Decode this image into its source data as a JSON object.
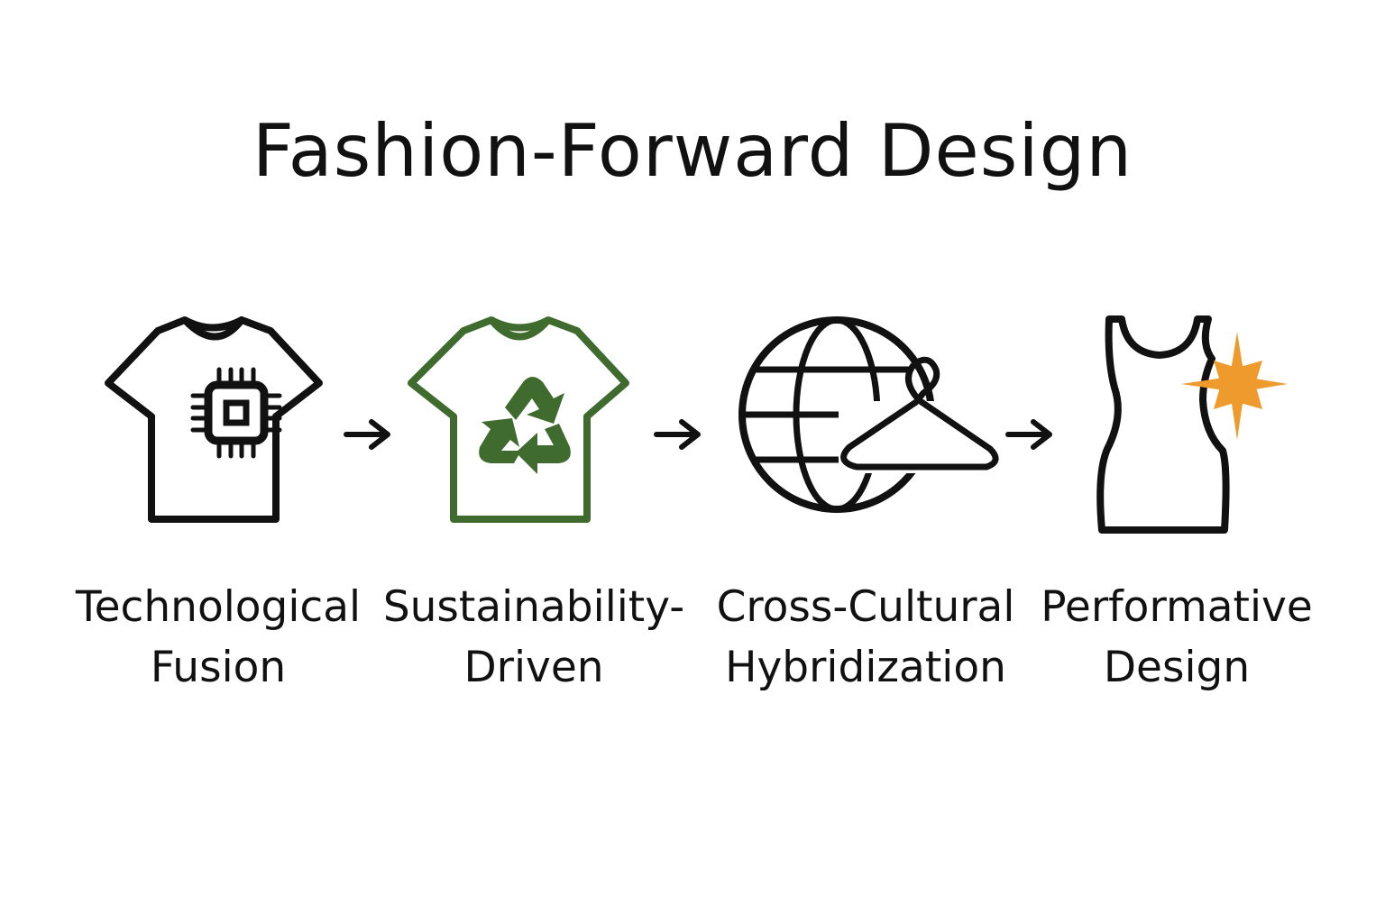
{
  "title": "Fashion-Forward Design",
  "stages": [
    {
      "line1": "Technological",
      "line2": "Fusion",
      "icon": "tshirt-chip-icon"
    },
    {
      "line1": "Sustainability-",
      "line2": "Driven",
      "icon": "tshirt-recycle-icon"
    },
    {
      "line1": "Cross-Cultural",
      "line2": "Hybridization",
      "icon": "globe-hanger-icon"
    },
    {
      "line1": "Performative",
      "line2": "Design",
      "icon": "tank-dress-sparkle-icon"
    }
  ],
  "colors": {
    "ink": "#111111",
    "green": "#3f6b2e",
    "orange": "#ef9a2d"
  }
}
